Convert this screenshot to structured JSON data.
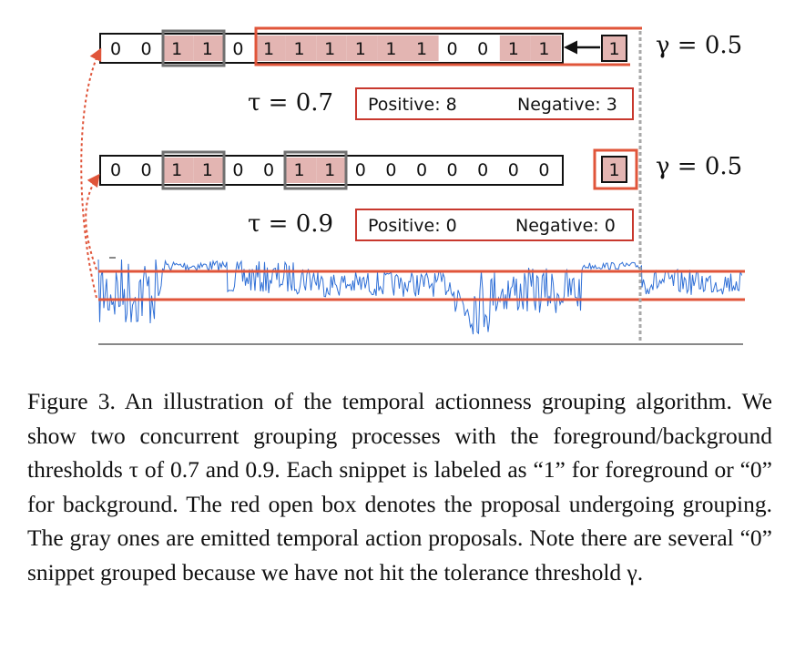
{
  "figure": {
    "row1": {
      "cells": [
        "0",
        "0",
        "1",
        "1",
        "0",
        "1",
        "1",
        "1",
        "1",
        "1",
        "1",
        "0",
        "0",
        "1",
        "1"
      ],
      "pending_cell": "1",
      "gamma_label": "γ = 0.5",
      "tau_label": "τ = 0.7",
      "positive_label": "Positive: 8",
      "negative_label": "Negative: 3"
    },
    "row2": {
      "cells": [
        "0",
        "0",
        "1",
        "1",
        "0",
        "0",
        "1",
        "1",
        "0",
        "0",
        "0",
        "0",
        "0",
        "0",
        "0"
      ],
      "pending_cell": "1",
      "gamma_label": "γ = 0.5",
      "tau_label": "τ = 0.9",
      "positive_label": "Positive: 0",
      "negative_label": "Negative: 0"
    },
    "colors": {
      "proposal_red": "#e0553a",
      "box_red": "#c8382e",
      "emitted_gray": "#707070",
      "foreground_fill": "#e3b5b2",
      "signal_blue": "#2f6fd6",
      "divider_gray": "#a8a8a8"
    }
  },
  "caption": {
    "text": "Figure 3. An illustration of the temporal actionness grouping algorithm. We show two concurrent grouping processes with the foreground/background thresholds τ of 0.7 and 0.9. Each snippet is labeled as “1” for foreground or “0” for background. The red open box denotes the proposal undergoing grouping. The gray ones are emitted temporal action proposals. Note there are several “0” snippet grouped because we have not hit the tolerance threshold γ."
  }
}
